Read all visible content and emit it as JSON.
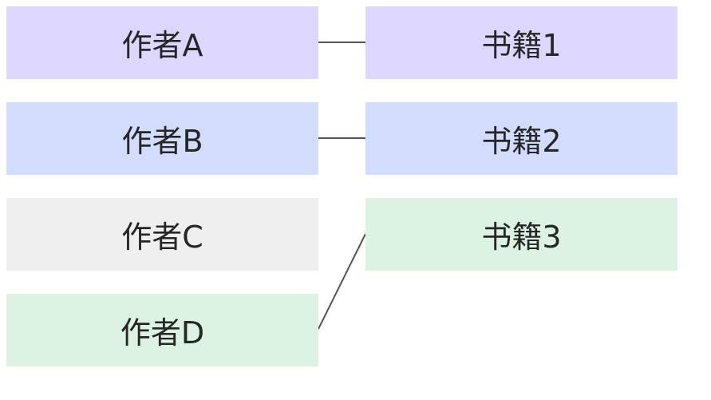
{
  "authors": [
    {
      "label": "作者A"
    },
    {
      "label": "作者B"
    },
    {
      "label": "作者C"
    },
    {
      "label": "作者D"
    }
  ],
  "books": [
    {
      "label": "书籍1"
    },
    {
      "label": "书籍2"
    },
    {
      "label": "书籍3"
    }
  ],
  "links": [
    {
      "from": "作者A",
      "to": "书籍1"
    },
    {
      "from": "作者B",
      "to": "书籍2"
    },
    {
      "from": "作者D",
      "to": "书籍3"
    }
  ],
  "colors": {
    "row1": "#ddd6fe",
    "row2": "#d2ddfd",
    "row3_author": "#efefef",
    "green": "#dcf3e3",
    "connector": "#555555"
  }
}
